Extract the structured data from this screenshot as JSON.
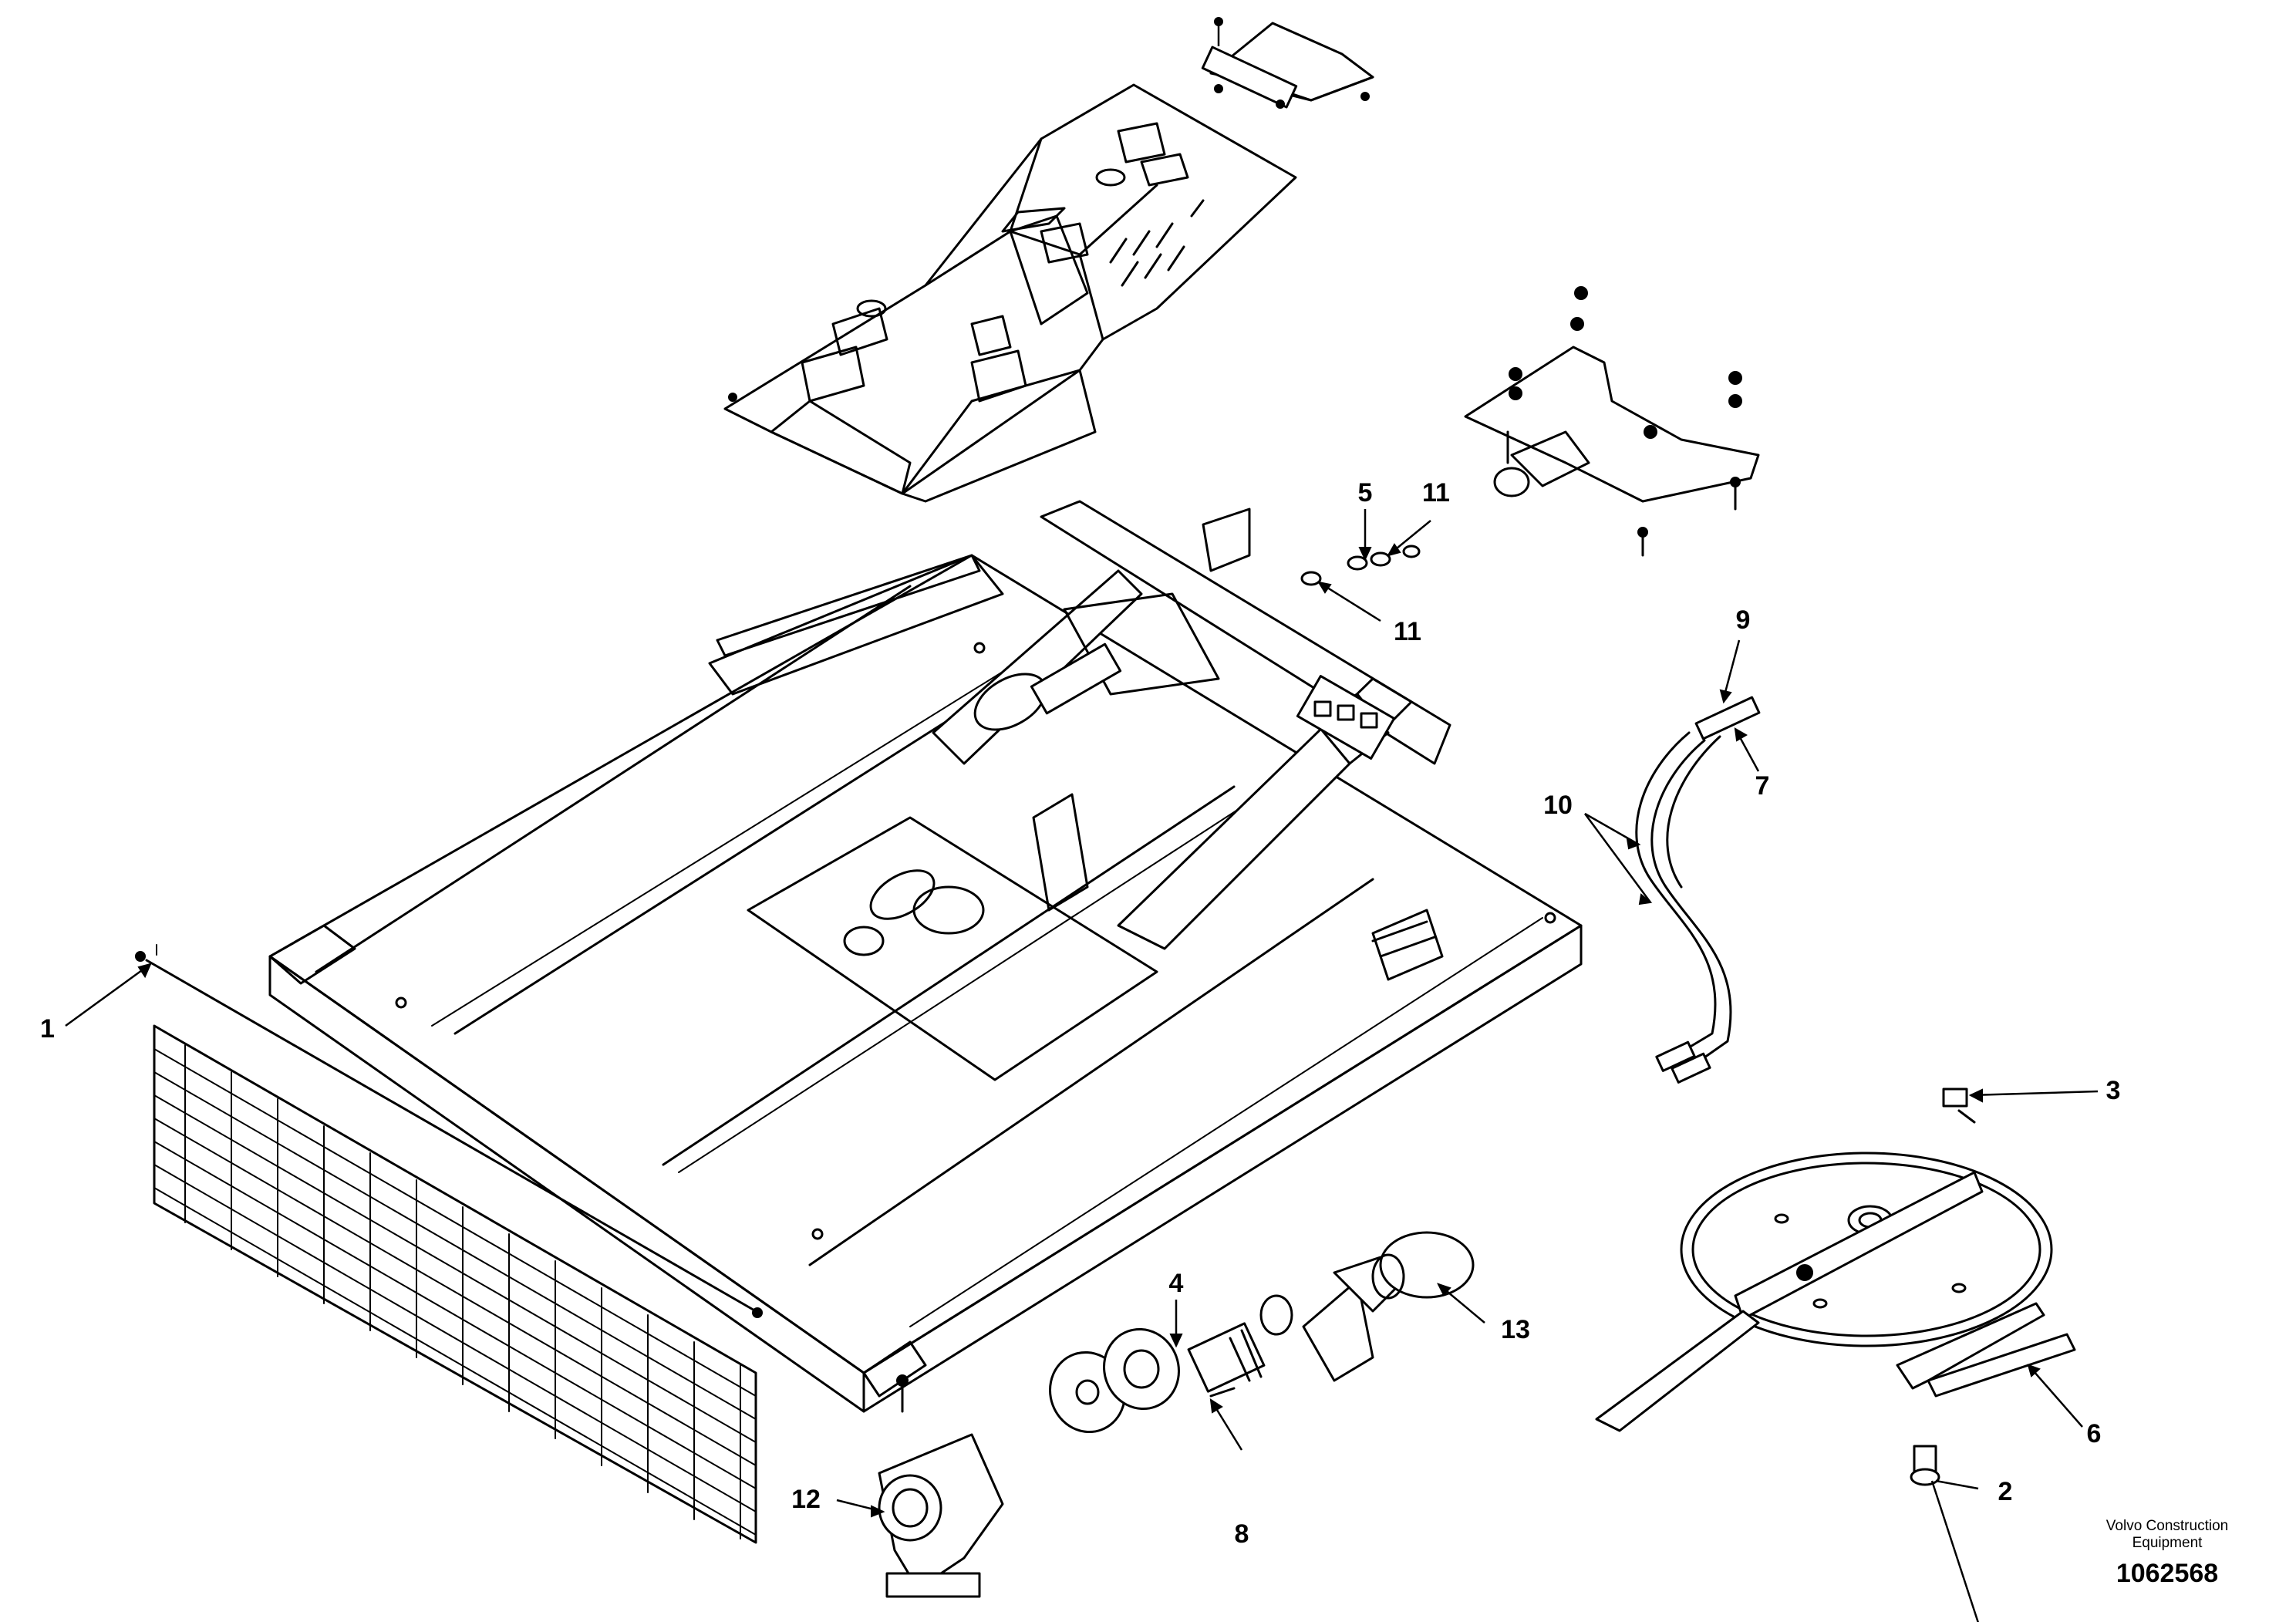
{
  "callouts": [
    {
      "id": "c1",
      "label": "1"
    },
    {
      "id": "c2",
      "label": "2"
    },
    {
      "id": "c3",
      "label": "3"
    },
    {
      "id": "c4",
      "label": "4"
    },
    {
      "id": "c5",
      "label": "5"
    },
    {
      "id": "c6",
      "label": "6"
    },
    {
      "id": "c7",
      "label": "7"
    },
    {
      "id": "c8",
      "label": "8"
    },
    {
      "id": "c9",
      "label": "9"
    },
    {
      "id": "c10",
      "label": "10"
    },
    {
      "id": "c11a",
      "label": "11"
    },
    {
      "id": "c11b",
      "label": "11"
    },
    {
      "id": "c12",
      "label": "12"
    },
    {
      "id": "c13",
      "label": "13"
    }
  ],
  "footer": {
    "brand_line1": "Volvo Construction",
    "brand_line2": "Equipment",
    "figure_number": "1062568"
  }
}
